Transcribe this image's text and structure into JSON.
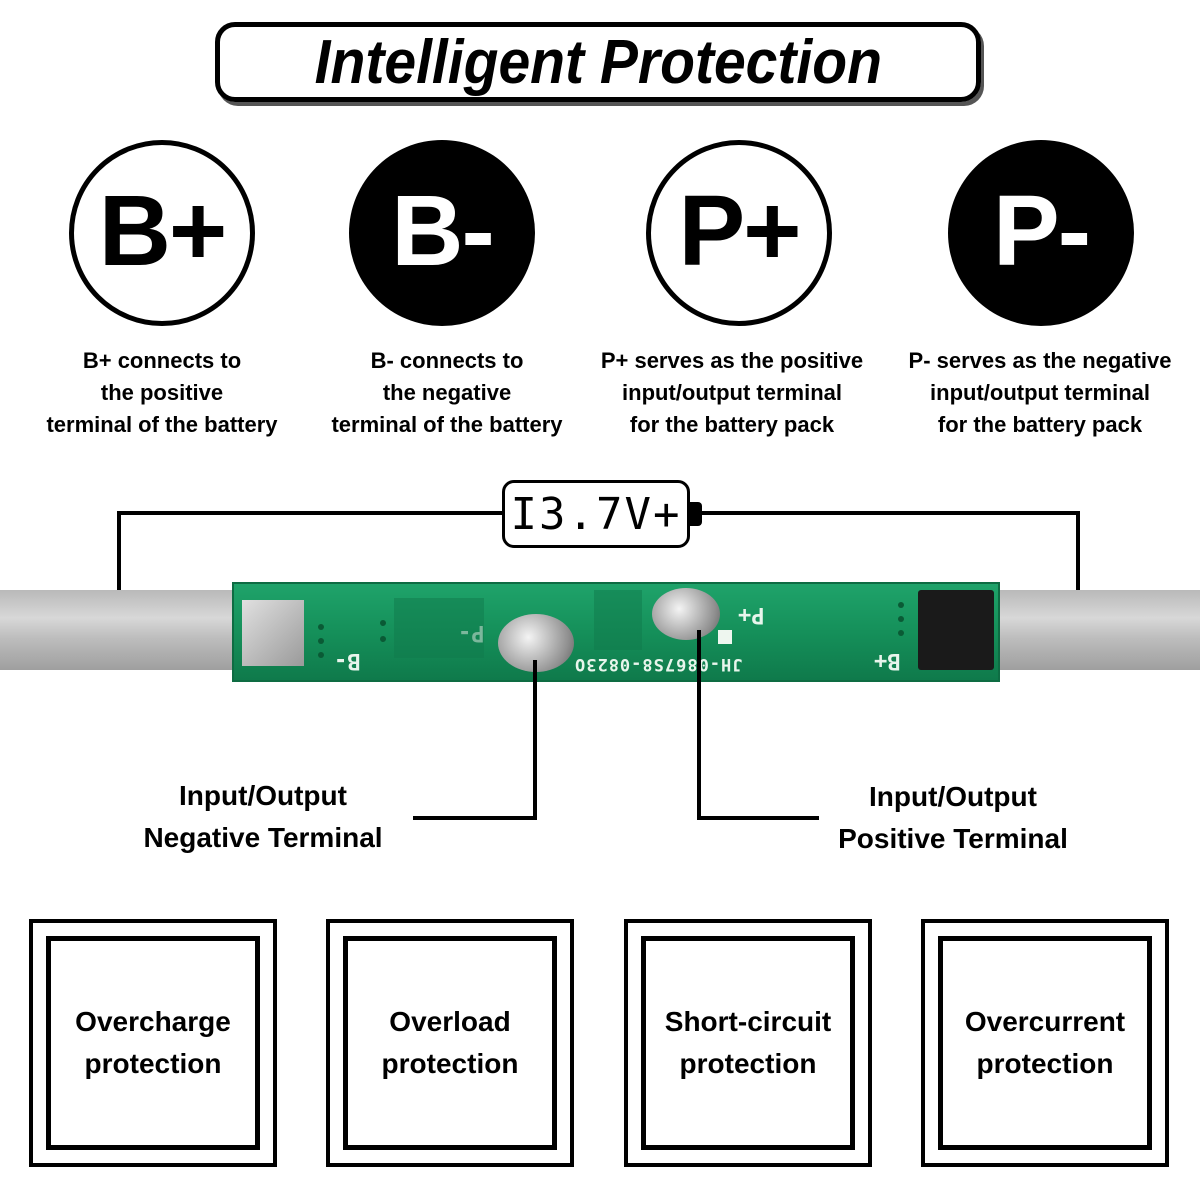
{
  "title": "Intelligent Protection",
  "terminals": [
    {
      "symbol": "B+",
      "style": "outline",
      "desc": [
        "B+ connects to",
        "the positive",
        "terminal of the battery"
      ]
    },
    {
      "symbol": "B-",
      "style": "filled",
      "desc": [
        "B- connects to",
        "the negative",
        "terminal of the battery"
      ]
    },
    {
      "symbol": "P+",
      "style": "outline",
      "desc": [
        "P+ serves as the positive",
        "input/output terminal",
        "for the battery pack"
      ]
    },
    {
      "symbol": "P-",
      "style": "filled",
      "desc": [
        "P- serves as the negative",
        "input/output terminal",
        "for the battery pack"
      ]
    }
  ],
  "battery": {
    "label": "I3.7V+"
  },
  "pcb": {
    "label_b_minus": "B-",
    "label_p_minus": "P-",
    "label_p_plus": "P+",
    "label_b_plus": "B+",
    "part_number": "JH-0867S8-0823O"
  },
  "terminal_labels": {
    "negative": [
      "Input/Output",
      "Negative Terminal"
    ],
    "positive": [
      "Input/Output",
      "Positive Terminal"
    ]
  },
  "protections": [
    [
      "Overcharge",
      "protection"
    ],
    [
      "Overload",
      "protection"
    ],
    [
      "Short-circuit",
      "protection"
    ],
    [
      "Overcurrent",
      "protection"
    ]
  ]
}
